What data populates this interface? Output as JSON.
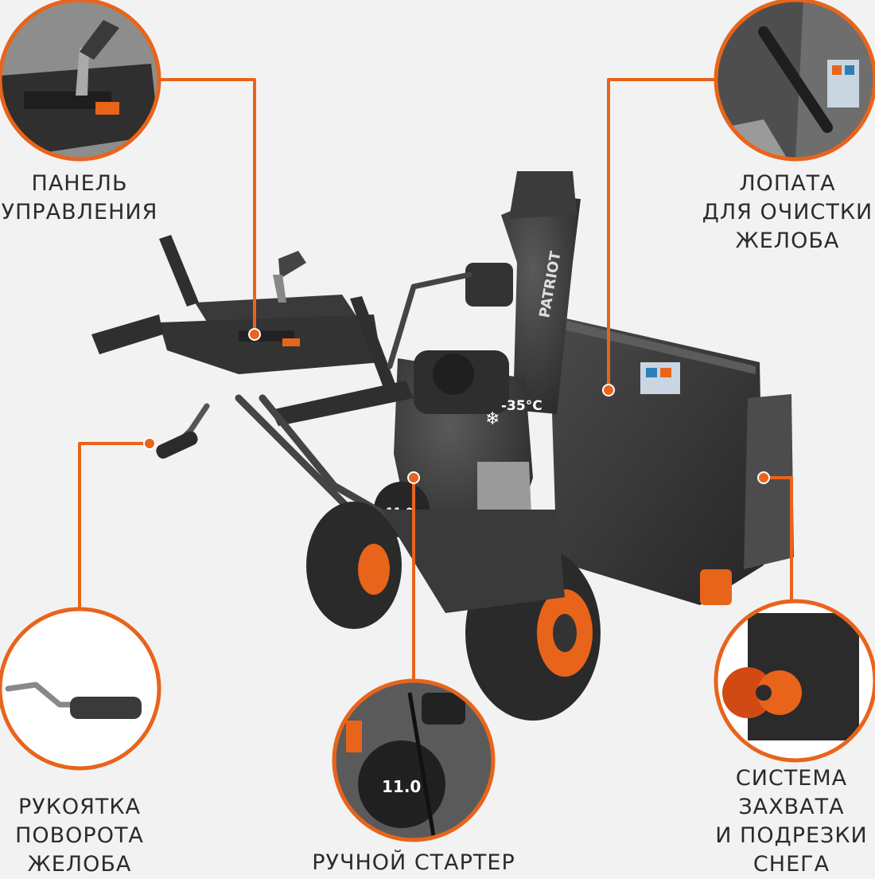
{
  "colors": {
    "accent": "#e8641b",
    "background": "#f2f2f2",
    "machine_body": "#3a3a3a",
    "text": "#2b2b2b"
  },
  "callouts": {
    "control_panel": {
      "label": "ПАНЕЛЬ\nУПРАВЛЕНИЯ"
    },
    "chute_shovel": {
      "label": "ЛОПАТА\nДЛЯ ОЧИСТКИ\nЖЕЛОБА"
    },
    "chute_handle": {
      "label": "РУКОЯТКА\nПОВОРОТА\nЖЕЛОБА"
    },
    "manual_starter": {
      "label": "РУЧНОЙ СТАРТЕР"
    },
    "capture_system": {
      "label": "СИСТЕМА\nЗАХВАТА\nИ ПОДРЕЗКИ\nСНЕГА"
    }
  },
  "machine": {
    "brand": "PATRIOT",
    "engine_temp": "-35°C",
    "engine_power": "11.0"
  }
}
